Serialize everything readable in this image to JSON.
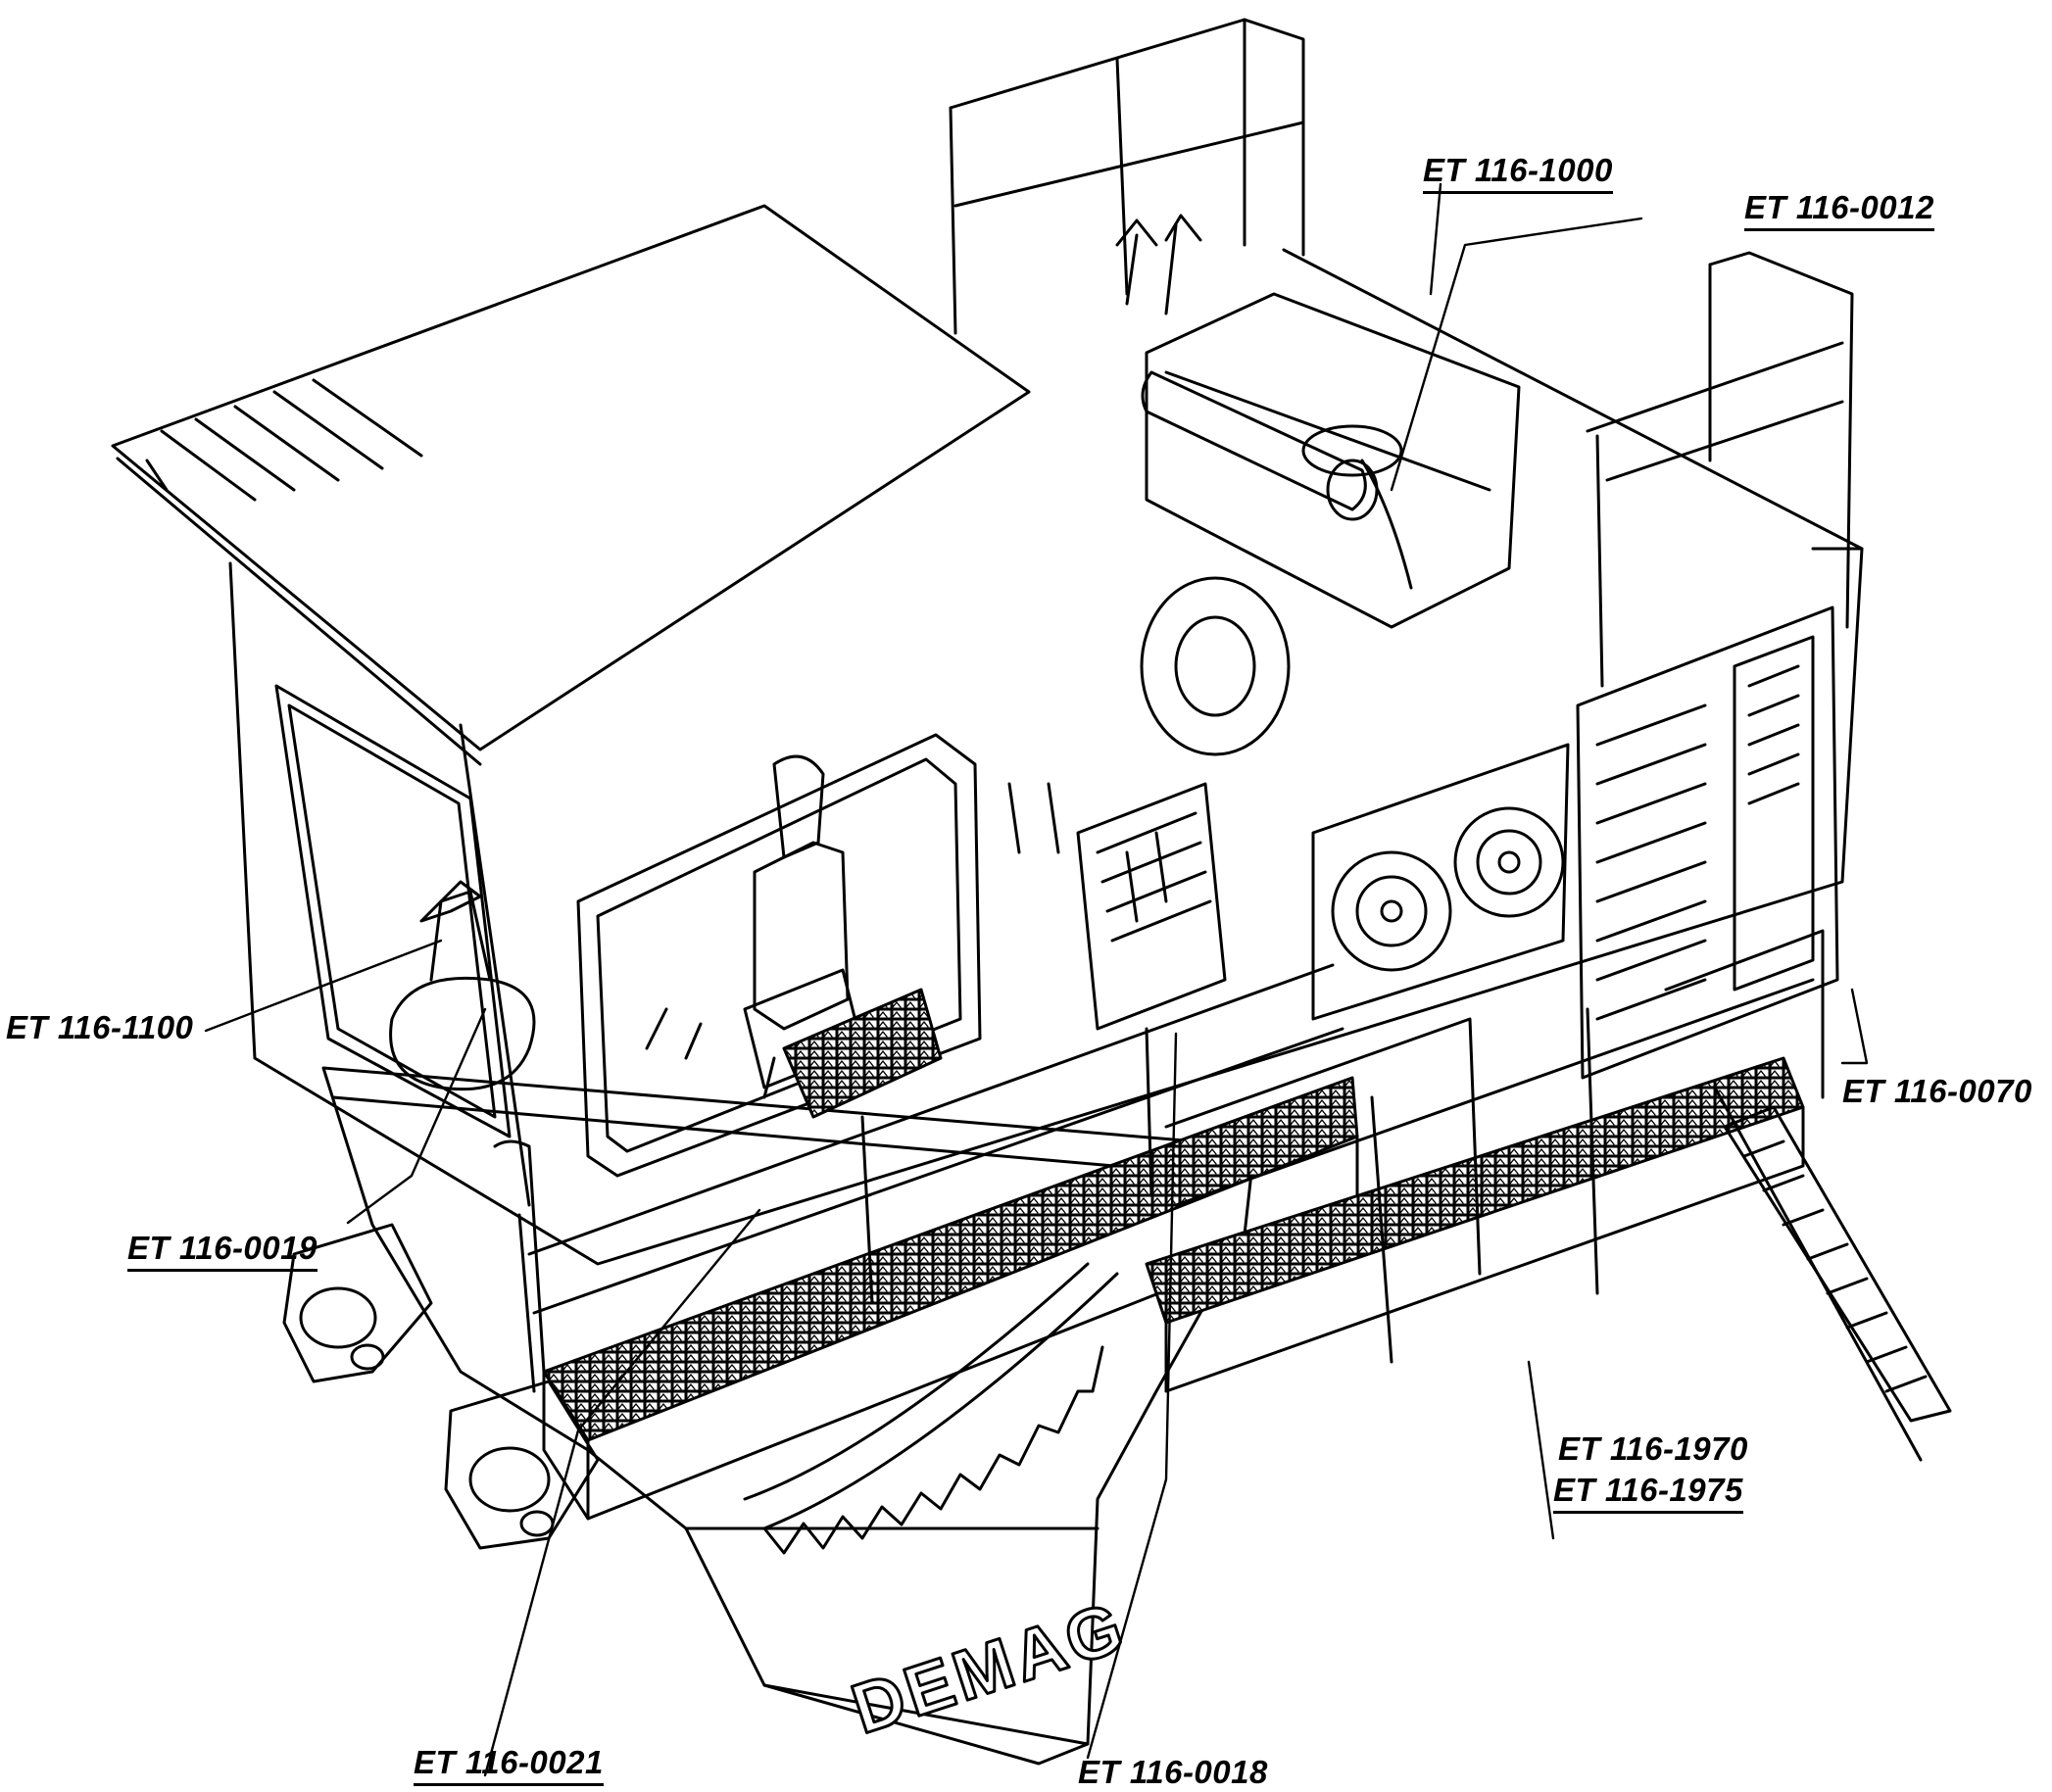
{
  "brand_text": "DEMAG",
  "callouts": {
    "et_1000": "ET 116-1000",
    "et_0012": "ET 116-0012",
    "et_1100": "ET 116-1100",
    "et_0070": "ET 116-0070",
    "et_0019": "ET 116-0019",
    "et_1970": "ET 116-1970",
    "et_1975": "ET 116-1975",
    "et_0021": "ET 116-0021",
    "et_0018": "ET 116-0018"
  },
  "colors": {
    "ink": "#000000",
    "paper": "#ffffff"
  }
}
